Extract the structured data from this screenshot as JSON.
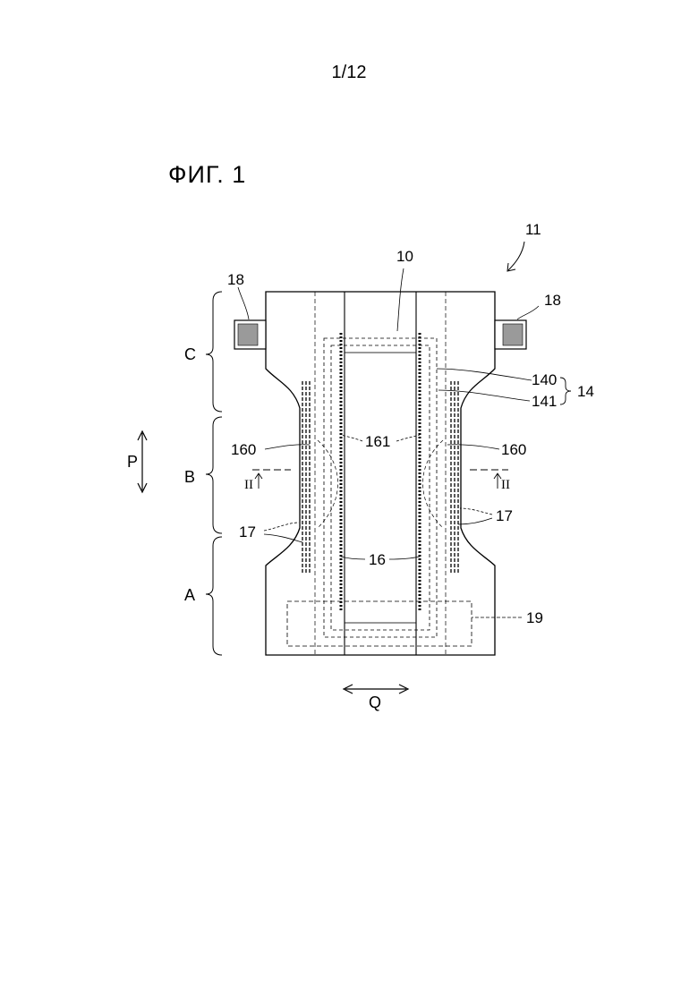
{
  "page": {
    "number": "1/12",
    "figure_title": "ФИГ. 1"
  },
  "labels": {
    "assembly": "11",
    "core": "10",
    "tape_left": "18",
    "tape_right": "18",
    "region_c": "C",
    "region_b": "B",
    "region_a": "A",
    "seal_140": "140",
    "seal_141": "141",
    "group_14": "14",
    "cuff_left": "160",
    "cuff_center": "161",
    "cuff_right": "160",
    "cuff_main": "16",
    "elastic_left": "17",
    "elastic_right": "17",
    "landing_zone": "19",
    "direction_p": "P",
    "direction_q": "Q",
    "section_left": "II",
    "section_right": "II"
  }
}
